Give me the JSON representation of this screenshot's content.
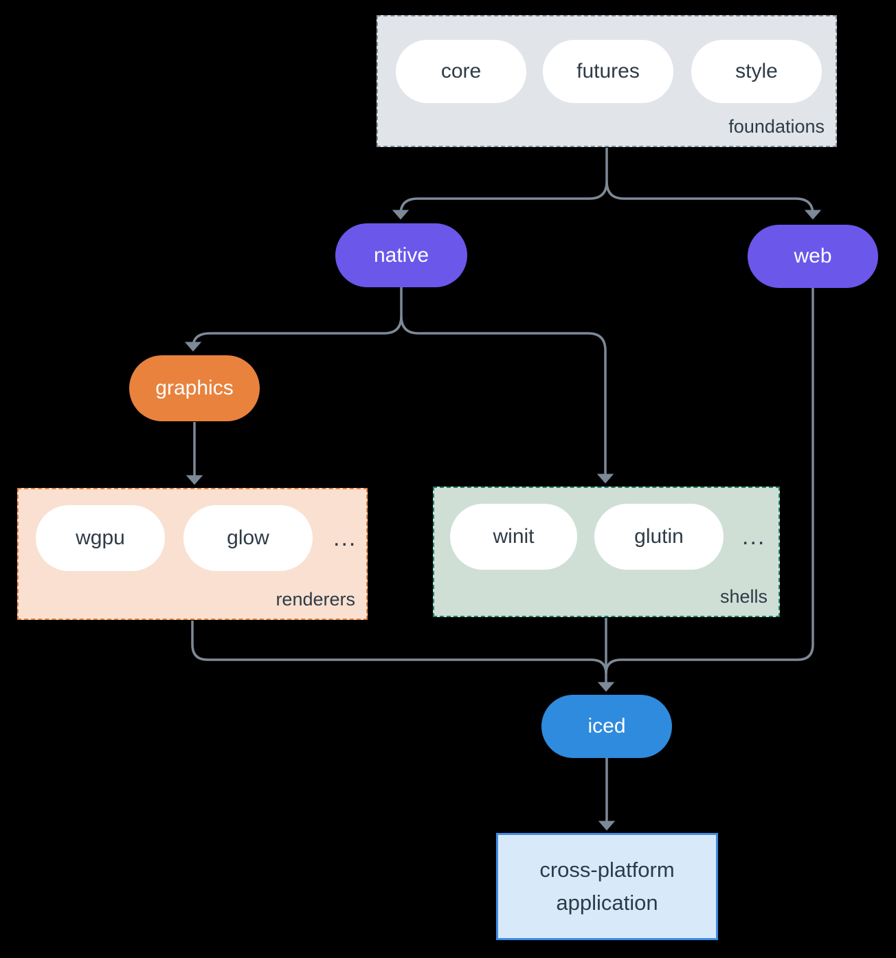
{
  "colors": {
    "background": "#000000",
    "arrow": "#7d8997",
    "node_text_dark": "#2e3b47",
    "pill_white": "#ffffff",
    "purple": "#6b57ea",
    "orange": "#e8823d",
    "renderers_fill": "#f9e0d0",
    "shells_fill": "#cfdfd6",
    "shells_border": "#1f7f6b",
    "foundations_fill": "#e1e5e9",
    "foundations_border": "#8493a3",
    "iced_blue": "#2f8bdd",
    "app_fill": "#d8eafa",
    "app_border": "#3f8ce4"
  },
  "diagram": {
    "groups": {
      "foundations": {
        "label": "foundations",
        "pills": [
          "core",
          "futures",
          "style"
        ]
      },
      "renderers": {
        "label": "renderers",
        "pills": [
          "wgpu",
          "glow"
        ],
        "ellipsis": "..."
      },
      "shells": {
        "label": "shells",
        "pills": [
          "winit",
          "glutin"
        ],
        "ellipsis": "..."
      }
    },
    "nodes": {
      "native": "native",
      "web": "web",
      "graphics": "graphics",
      "iced": "iced",
      "application": "cross-platform application"
    }
  }
}
